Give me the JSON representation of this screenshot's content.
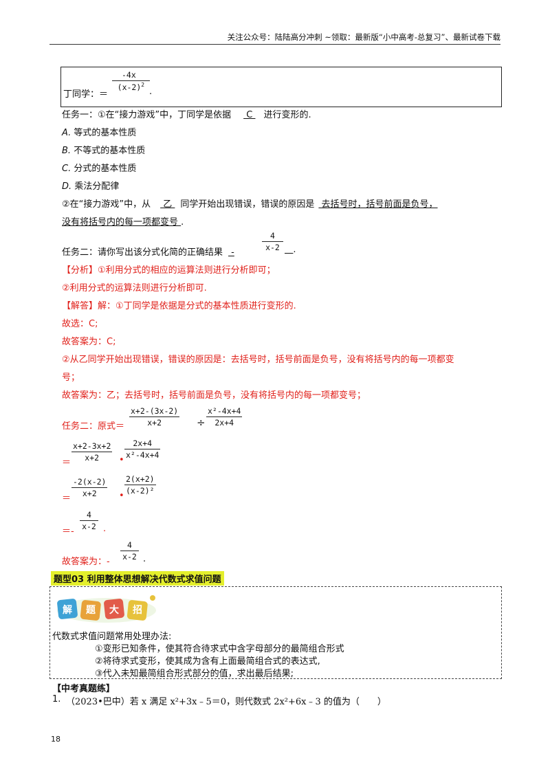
{
  "header": {
    "text": "关注公众号：陆陆高分冲刺 ~领取：最新版“小中高考-总复习”、最新试卷下载"
  },
  "box_ding": {
    "prefix": "丁同学：＝",
    "num": "-4x",
    "den_base": "(x-2)",
    "den_exp": "2",
    "period": "."
  },
  "task1": {
    "q1_pre": "任务一：①在“接力游戏”中，丁同学是依据",
    "q1_answer": "  C  ",
    "q1_post": "进行变形的.",
    "options": [
      {
        "key": "A.",
        "text": "等式的基本性质"
      },
      {
        "key": "B.",
        "text": "不等式的基本性质"
      },
      {
        "key": "C.",
        "text": "分式的基本性质"
      },
      {
        "key": "D.",
        "text": "乘法分配律"
      }
    ],
    "q2_a": "②在“接力游戏”中，从",
    "q2_answer1": "  乙  ",
    "q2_b": "同学开始出现错误，错误的原因是",
    "q2_answer2a": "  去括号时，括号前面是负号，",
    "q2_answer2b": "没有将括号内的每一项都变号  ",
    "q2_end": "."
  },
  "task2": {
    "pre": "任务二：请你写出该分式化简的正确结果",
    "ans_sign": "  -",
    "ans_num": "4",
    "ans_den": "x-2",
    "end": "."
  },
  "analysis": {
    "tag": "【分析】",
    "l1": "①利用分式的相应的运算法则进行分析即可；",
    "l2": "②利用分式的运算法则进行分析即可."
  },
  "solution": {
    "tag": "【解答】",
    "l1": "解：①丁同学是依据是分式的基本性质进行变形的.",
    "l2": "故选：C;",
    "l3": "故答案为：C;",
    "l4a": "②从乙同学开始出现错误，错误的原因是：去括号时，括号前面是负号，没有将括号内的每一项都变",
    "l4b": "号；",
    "l5": "故答案为：乙；去括号时，括号前面是负号，没有将括号内的每一项都变号；",
    "step0_pre": "任务二：原式＝",
    "step0_f1_num": "x+2-(3x-2)",
    "step0_f1_den": "x+2",
    "step0_op": "÷",
    "step0_f2_num": "x²-4x+4",
    "step0_f2_den": "2x+4",
    "step1_eq": "＝",
    "step1_f1_num": "x+2-3x+2",
    "step1_f1_den": "x+2",
    "step1_dot": "•",
    "step1_f2_num": "2x+4",
    "step1_f2_den": "x²-4x+4",
    "step2_eq": "＝",
    "step2_f1_num": "-2(x-2)",
    "step2_f1_den": "x+2",
    "step2_dot": "•",
    "step2_f2_num": "2(x+2)",
    "step2_f2_den": "(x-2)²",
    "step3_eq": "＝-",
    "step3_num": "4",
    "step3_den": "x-2",
    "step3_end": ".",
    "final_pre": "故答案为：-",
    "final_num": "4",
    "final_den": "x-2",
    "final_end": "."
  },
  "section": {
    "title": "题型03 利用整体思想解决代数式求值问题"
  },
  "tips": {
    "badge": [
      "解",
      "题",
      "大",
      "招"
    ],
    "intro": "代数式求值问题常用处理办法:",
    "items": [
      "①变形已知条件，使其符合待求式中含字母部分的最简组合形式",
      "②将待求式变形，使其成为含有上面最简组合式的表达式,",
      "③代入未知最简组合形式部分的值，求出最后结果;"
    ]
  },
  "practice": {
    "heading": "【中考真题练】",
    "q1_num": "1.",
    "q1_text": "（2023•巴中）若 x 满足 x²+3x﹣5＝0，则代数式 2x²+6x﹣3 的值为（　　）"
  },
  "page_number": "18",
  "colors": {
    "red": "#e0201a",
    "section_bg": "#e4ef2c",
    "badge_colors": [
      "#3ea2d6",
      "#e8a23a",
      "#e25b4a",
      "#e7c23b"
    ]
  }
}
